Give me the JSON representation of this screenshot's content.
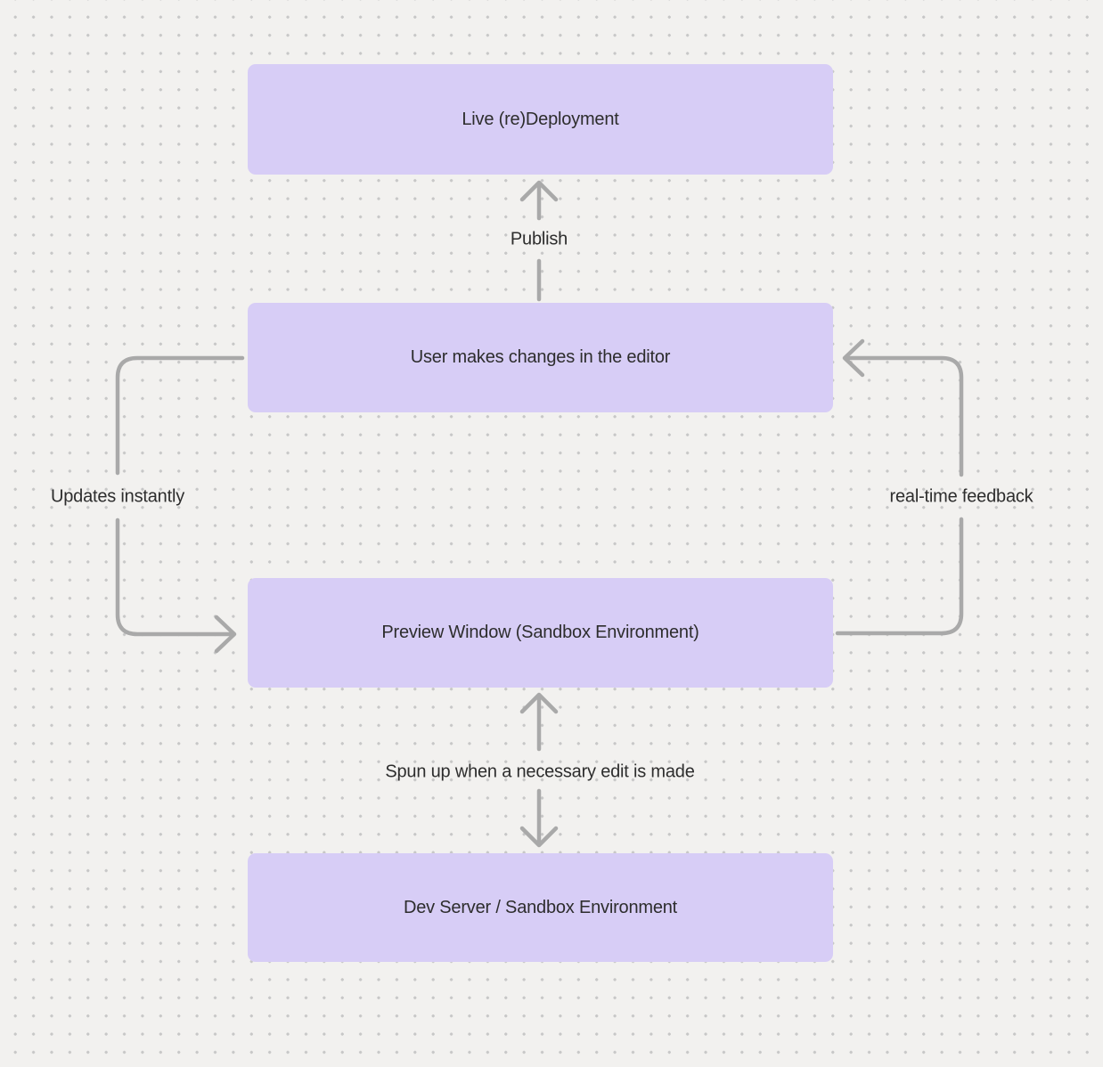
{
  "canvas": {
    "background_color": "#f2f1ef",
    "dot_color": "#c7c7c7",
    "node_fill_color": "#d7cdf6",
    "text_color": "#2d2d2d",
    "arrow_color": "#a9a9a9"
  },
  "nodes": [
    {
      "id": "live-redeployment",
      "label": "Live (re)Deployment"
    },
    {
      "id": "user-editor",
      "label": "User makes changes in the editor"
    },
    {
      "id": "preview-window",
      "label": "Preview Window (Sandbox Environment)"
    },
    {
      "id": "dev-server",
      "label": "Dev Server / Sandbox Environment"
    }
  ],
  "edges": [
    {
      "id": "publish",
      "label": "Publish",
      "from": "user-editor",
      "to": "live-redeployment",
      "direction": "up"
    },
    {
      "id": "updates-instantly",
      "label": "Updates instantly",
      "from": "user-editor",
      "to": "preview-window",
      "direction": "down-left-loop"
    },
    {
      "id": "real-time-feedback",
      "label": "real-time feedback",
      "from": "preview-window",
      "to": "user-editor",
      "direction": "up-right-loop"
    },
    {
      "id": "spun-up",
      "label": "Spun up when a necessary edit is made",
      "from": "dev-server",
      "to": "preview-window",
      "direction": "both"
    }
  ]
}
